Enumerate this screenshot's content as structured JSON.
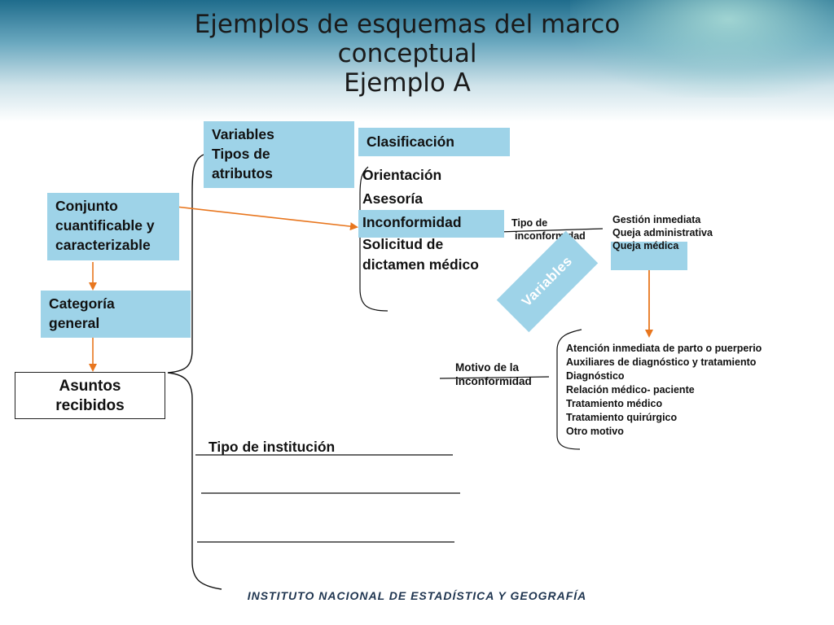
{
  "title": {
    "line1": "Ejemplos de esquemas del marco",
    "line2": "conceptual",
    "line3": "Ejemplo A"
  },
  "variables_box": [
    "Variables",
    "Tipos de",
    "atributos"
  ],
  "clasificacion": "Clasificación",
  "clasif_items": [
    "Orientación",
    "Asesoría",
    "Inconformidad",
    "Solicitud de",
    "dictamen médico"
  ],
  "conjunto": [
    "Conjunto",
    "cuantificable y",
    "caracterizable"
  ],
  "categoria": [
    "Categoría",
    "general"
  ],
  "asuntos": [
    "Asuntos",
    "recibidos"
  ],
  "tipo_inconformidad": [
    "Tipo de",
    "inconformidad"
  ],
  "gestion_items": [
    "Gestión inmediata",
    "Queja administrativa",
    "Queja médica"
  ],
  "variables_rotated": "Variables",
  "motivo": [
    "Motivo de la",
    "inconformidad"
  ],
  "motivo_items": [
    "Atención inmediata de parto o puerperio",
    "Auxiliares de diagnóstico y tratamiento",
    "Diagnóstico",
    "Relación médico- paciente",
    "Tratamiento médico",
    "Tratamiento quirúrgico",
    "Otro motivo"
  ],
  "tipo_institucion": "Tipo de institución",
  "footer": "INSTITUTO NACIONAL  DE ESTADÍSTICA Y GEOGRAFÍA",
  "colors": {
    "box_blue": "#9ed3e8",
    "arrow_orange": "#e8761e",
    "header_teal": "#1f6c8c"
  }
}
